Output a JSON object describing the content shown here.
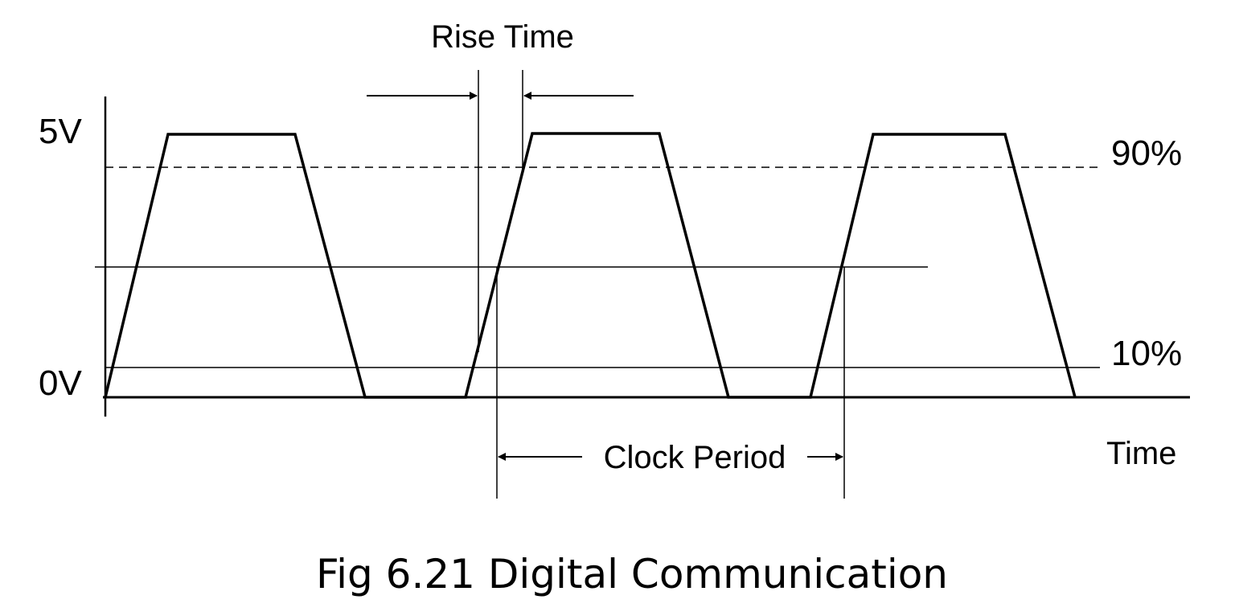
{
  "labels": {
    "rise_time": "Rise Time",
    "v_high": "5V",
    "v_low": "0V",
    "pct_90": "90%",
    "pct_10": "10%",
    "clock_period": "Clock Period",
    "time_axis": "Time"
  },
  "caption": "Fig 6.21 Digital Communication",
  "colors": {
    "stroke": "#000000",
    "background": "#ffffff"
  }
}
